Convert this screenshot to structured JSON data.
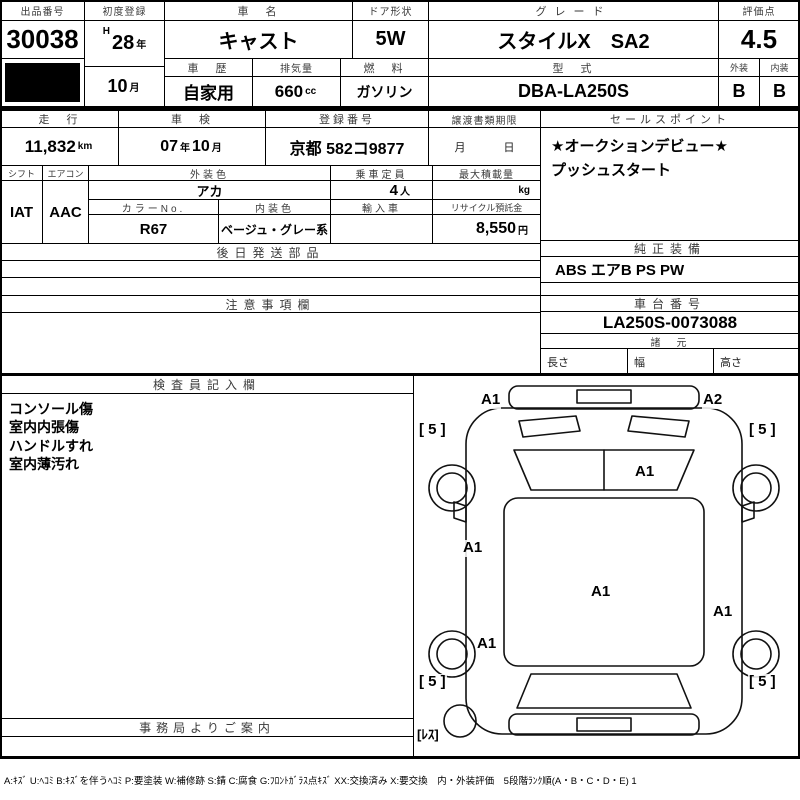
{
  "top": {
    "exhibit_no_label": "出品番号",
    "exhibit_no": "30038",
    "first_reg_label": "初度登録",
    "era": "H",
    "reg_year": "28",
    "year_unit": "年",
    "reg_month": "10",
    "month_unit": "月",
    "car_name_label": "車　名",
    "car_name": "キャスト",
    "door_label": "ドア形状",
    "door": "5W",
    "grade_label": "グレード",
    "grade": "スタイルX　SA2",
    "score_label": "評価点",
    "score": "4.5",
    "history_label": "車　歴",
    "history": "自家用",
    "disp_label": "排気量",
    "disp": "660",
    "disp_unit": "cc",
    "fuel_label": "燃　料",
    "fuel": "ガソリン",
    "model_label": "型　式",
    "model": "DBA-LA250S",
    "ext_label": "外装",
    "int_label": "内装",
    "ext_grade": "B",
    "int_grade": "B"
  },
  "reg": {
    "mileage_label": "走　行",
    "mileage": "11,832",
    "mileage_unit": "km",
    "shaken_label": "車　検",
    "shaken_year": "07",
    "shaken_year_unit": "年",
    "shaken_month": "10",
    "shaken_month_unit": "月",
    "regno_label": "登録番号",
    "regno": "京都 582コ9877",
    "transfer_label": "譲渡書類期限",
    "transfer_month_unit": "月",
    "transfer_day_unit": "日",
    "sales_label": "セールスポイント",
    "sales_line1": "★オークションデビュー★",
    "sales_line2": "プッシュスタート"
  },
  "spec": {
    "shift_label": "シフト",
    "shift": "IAT",
    "aircon_label": "エアコン",
    "aircon": "AAC",
    "ext_color_label": "外装色",
    "ext_color": "アカ",
    "capacity_label": "乗車定員",
    "capacity": "4",
    "capacity_unit": "人",
    "payload_label": "最大積載量",
    "payload_unit": "kg",
    "color_no_label": "カラーNo.",
    "color_no": "R67",
    "int_color_label": "内装色",
    "int_color": "ベージュ・グレー系",
    "import_label": "輸入車",
    "recycle_label": "リサイクル預託金",
    "recycle": "8,550",
    "recycle_unit": "円"
  },
  "shipping": {
    "label": "後日発送部品"
  },
  "caution": {
    "label": "注意事項欄"
  },
  "equip": {
    "label": "純正装備",
    "value": "ABS エアB PS PW"
  },
  "chassis": {
    "label": "車台番号",
    "value": "LA250S-0073088"
  },
  "dims": {
    "label": "諸　元",
    "length_label": "長さ",
    "width_label": "幅",
    "height_label": "高さ"
  },
  "inspector": {
    "label": "検査員記入欄",
    "notes": [
      "コンソール傷",
      "室内内張傷",
      "ハンドルすれ",
      "室内薄汚れ"
    ]
  },
  "office": {
    "label": "事務局よりご案内"
  },
  "diagram": {
    "annotations": [
      "A1",
      "A2",
      "[ 5 ]",
      "[ 5 ]",
      "A1",
      "A1",
      "A1",
      "A1",
      "A1",
      "[ 5 ]",
      "[ 5 ]",
      "[ﾚｽ]"
    ]
  },
  "legend": "A:ｷｽﾞ U:ﾍｺﾐ B:ｷｽﾞを伴うﾍｺﾐ P:要塗装 W:補修跡 S:錆 C:腐食 G:ﾌﾛﾝﾄｶﾞﾗｽ点ｷｽﾞ XX:交換済み X:要交換　内・外装評価　5段階ﾗﾝｸ順(A・B・C・D・E) 1"
}
